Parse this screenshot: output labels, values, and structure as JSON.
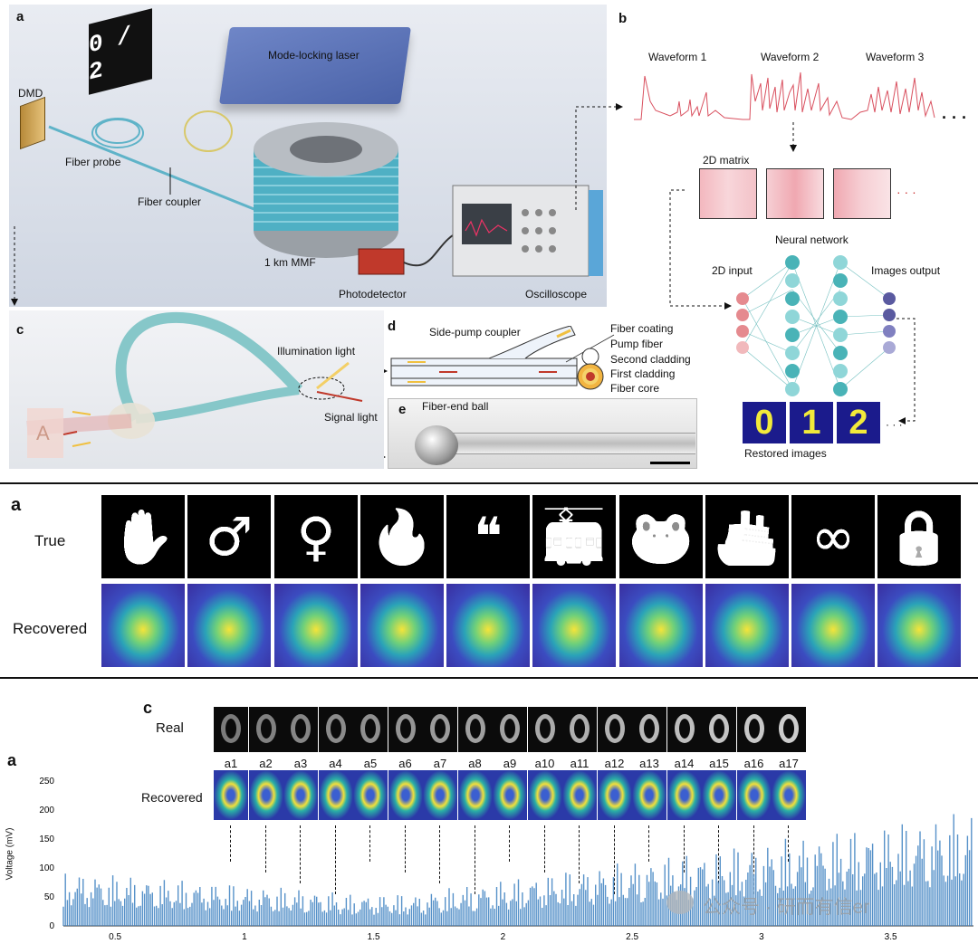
{
  "fig1": {
    "panel_a": {
      "letter": "a",
      "dmd": "DMD",
      "dmd_digits": "0 / 2",
      "laser": "Mode-locking laser",
      "fiber_probe": "Fiber probe",
      "fiber_coupler": "Fiber coupler",
      "mmf": "1 km MMF",
      "photodetector": "Photodetector",
      "oscilloscope": "Oscilloscope"
    },
    "panel_b": {
      "letter": "b",
      "waveforms": [
        "Waveform 1",
        "Waveform 2",
        "Waveform 3"
      ],
      "matrix": "2D matrix",
      "nn": "Neural network",
      "input": "2D input",
      "output": "Images output",
      "restored": "Restored images",
      "restored_digits": [
        "0",
        "1",
        "2"
      ],
      "dots": "· · ·"
    },
    "panel_c": {
      "letter": "c",
      "illum": "Illumination light",
      "signal": "Signal light",
      "object": "A"
    },
    "panel_d": {
      "letter": "d",
      "coupler": "Side-pump coupler",
      "legend": [
        "Fiber coating",
        "Pump fiber",
        "Second cladding",
        "First cladding",
        "Fiber core"
      ]
    },
    "panel_e": {
      "letter": "e",
      "ball": "Fiber-end ball"
    }
  },
  "fig2": {
    "letter": "a",
    "true_label": "True",
    "recovered_label": "Recovered",
    "symbols": [
      "hand-icon",
      "male-icon",
      "female-icon",
      "fire-icon",
      "quote-icon",
      "tram-icon",
      "frog-icon",
      "ship-icon",
      "infinity-icon",
      "lock-icon"
    ]
  },
  "fig3": {
    "letter_c": "c",
    "letter_a": "a",
    "real_label": "Real",
    "recovered_label": "Recovered",
    "frames": [
      "a1",
      "a2",
      "a3",
      "a4",
      "a5",
      "a6",
      "a7",
      "a8",
      "a9",
      "a10",
      "a11",
      "a12",
      "a13",
      "a14",
      "a15",
      "a16",
      "a17"
    ],
    "ylabel": "Voltage (mV)",
    "yticks": [
      "250",
      "200",
      "150",
      "100",
      "50",
      "0"
    ],
    "xticks": [
      "0.5",
      "1",
      "1.5",
      "2",
      "2.5",
      "3",
      "3.5"
    ],
    "watermark": "公众号 · 研而有信er"
  }
}
